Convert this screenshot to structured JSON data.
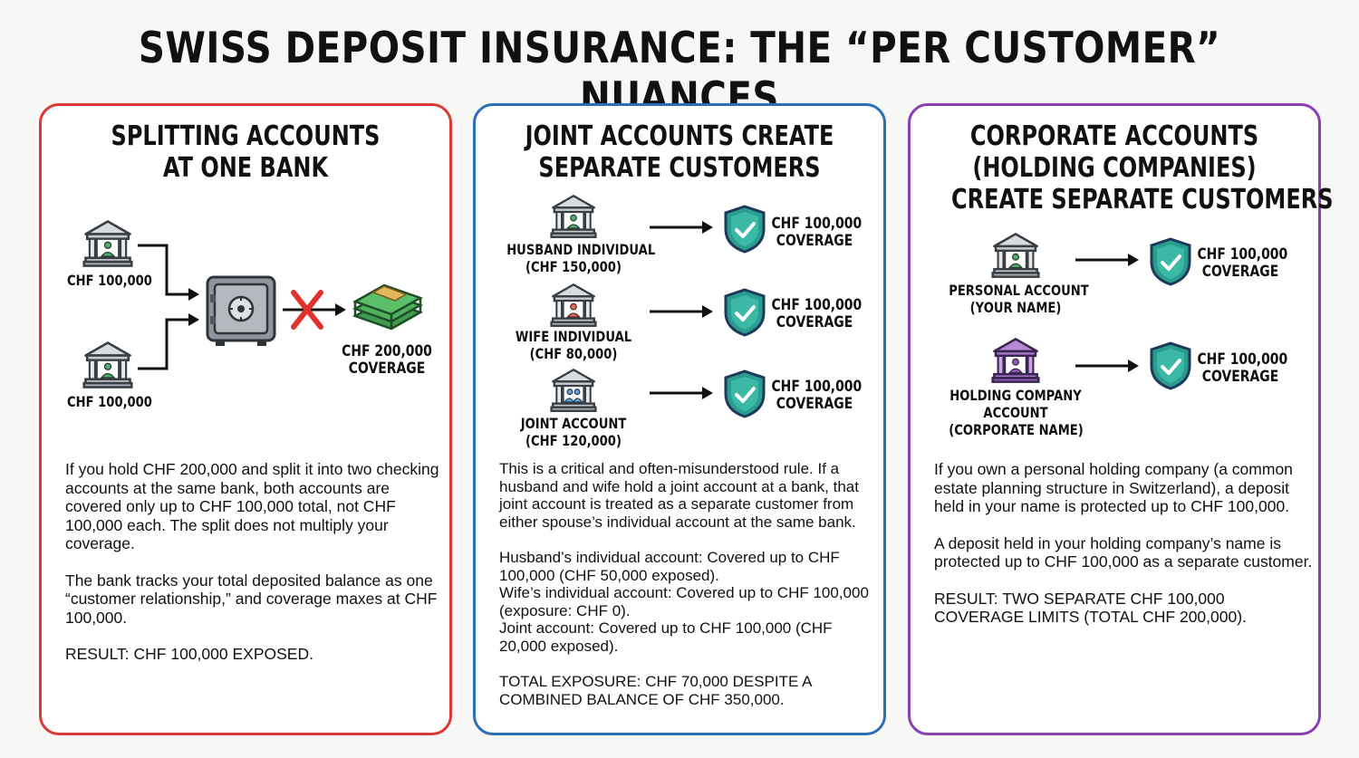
{
  "title": "SWISS DEPOSIT INSURANCE: THE “PER CUSTOMER” NUANCES",
  "colors": {
    "panel1_border": "#d93a33",
    "panel2_border": "#2b6fb8",
    "panel3_border": "#8a3fb2",
    "shield": "#2a9d8f",
    "cross": "#e0322b"
  },
  "panels": [
    {
      "title_lines": [
        "SPLITTING ACCOUNTS",
        "AT ONE BANK"
      ],
      "accounts": [
        {
          "label": "CHF 100,000",
          "icon": "bank-person-icon"
        },
        {
          "label": "CHF 100,000",
          "icon": "bank-person-icon"
        }
      ],
      "vault_icon": "safe-vault-icon",
      "cross_icon": "red-x-icon",
      "money_icon": "cash-stack-icon",
      "result_lines": [
        "CHF 200,000",
        "COVERAGE"
      ],
      "paragraphs": [
        "If you hold CHF 200,000 and split it into two checking accounts at the same bank, both accounts are covered only up to CHF 100,000 total, not CHF 100,000 each. The split does not multiply your coverage.",
        "The bank tracks your total deposited balance as one “customer relationship,” and coverage maxes at CHF 100,000.",
        "RESULT: CHF 100,000 EXPOSED."
      ]
    },
    {
      "title_lines": [
        "JOINT ACCOUNTS CREATE",
        "SEPARATE CUSTOMERS"
      ],
      "rows": [
        {
          "label_lines": [
            "HUSBAND INDIVIDUAL",
            "(CHF 150,000)"
          ],
          "icon": "bank-person-icon",
          "coverage_lines": [
            "CHF 100,000",
            "COVERAGE"
          ]
        },
        {
          "label_lines": [
            "WIFE INDIVIDUAL",
            "(CHF 80,000)"
          ],
          "icon": "bank-person-icon",
          "coverage_lines": [
            "CHF 100,000",
            "COVERAGE"
          ]
        },
        {
          "label_lines": [
            "JOINT ACCOUNT",
            "(CHF 120,000)"
          ],
          "icon": "bank-couple-icon",
          "coverage_lines": [
            "CHF 100,000",
            "COVERAGE"
          ]
        }
      ],
      "paragraphs": [
        "This is a critical and often-misunderstood rule. If a husband and wife hold a joint account at a bank, that joint account is treated as a separate customer from either spouse’s individual account at the same bank.",
        "Husband’s individual account: Covered up to CHF 100,000 (CHF 50,000 exposed).",
        "Wife’s individual account: Covered up to CHF 100,000 (exposure: CHF 0).",
        "Joint account: Covered up to CHF 100,000 (CHF 20,000 exposed).",
        "TOTAL EXPOSURE: CHF 70,000 DESPITE A COMBINED BALANCE OF CHF 350,000."
      ]
    },
    {
      "title_lines": [
        "CORPORATE ACCOUNTS",
        "(HOLDING COMPANIES)",
        "CREATE SEPARATE CUSTOMERS"
      ],
      "rows": [
        {
          "label_lines": [
            "PERSONAL ACCOUNT",
            "(YOUR NAME)"
          ],
          "icon": "bank-person-icon",
          "coverage_lines": [
            "CHF 100,000",
            "COVERAGE"
          ]
        },
        {
          "label_lines": [
            "HOLDING COMPANY",
            "ACCOUNT",
            "(CORPORATE NAME)"
          ],
          "icon": "bank-purple-icon",
          "coverage_lines": [
            "CHF 100,000",
            "COVERAGE"
          ]
        }
      ],
      "paragraphs": [
        "If you own a personal holding company (a common estate planning structure in Switzerland), a deposit held in your name is protected up to CHF 100,000.",
        "A deposit held in your holding company’s name is protected up to CHF 100,000 as a separate customer.",
        "RESULT: TWO SEPARATE CHF 100,000 COVERAGE LIMITS (TOTAL CHF 200,000)."
      ]
    }
  ]
}
